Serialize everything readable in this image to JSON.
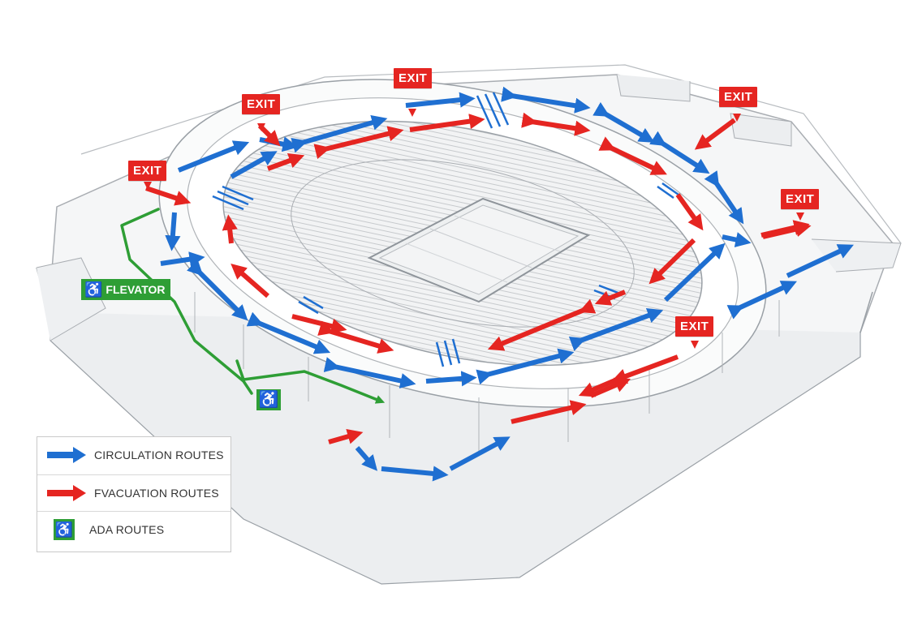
{
  "map": {
    "exit_signs": [
      {
        "id": "exit-top-center",
        "label": "EXIT"
      },
      {
        "id": "exit-top-left",
        "label": "EXIT"
      },
      {
        "id": "exit-top-right",
        "label": "EXIT"
      },
      {
        "id": "exit-left",
        "label": "EXIT"
      },
      {
        "id": "exit-right",
        "label": "EXIT"
      },
      {
        "id": "exit-bottom-right",
        "label": "EXIT"
      }
    ],
    "elevator_label": "FLEVATOR",
    "ada_icon": "wheelchair-icon"
  },
  "legend": {
    "items": [
      {
        "label": "CIRCULATION ROUTES",
        "icon": "blue-arrow-icon",
        "color": "#1f6fd1"
      },
      {
        "label": "FVACUATION ROUTES",
        "icon": "red-arrow-icon",
        "color": "#e52521"
      },
      {
        "label": "ADA ROUTES",
        "icon": "wheelchair-icon",
        "color": "#2e9e35"
      }
    ]
  },
  "colors": {
    "circulation": "#1f6fd1",
    "evacuation": "#e52521",
    "ada": "#2e9e35",
    "structure": "#9aa0a6"
  }
}
